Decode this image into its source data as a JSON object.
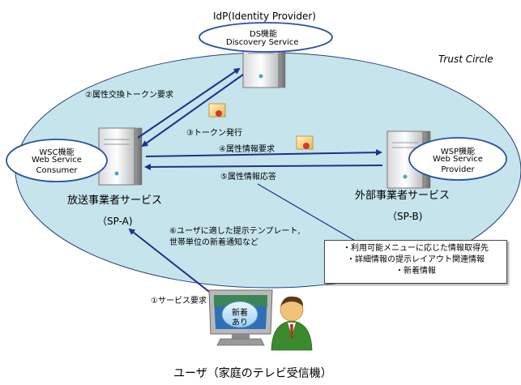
{
  "idp": {
    "title": "IdP(Identity Provider)",
    "ds_line1": "DS機能",
    "ds_line2": "Discovery Service"
  },
  "trust_circle": "Trust Circle",
  "wsc": {
    "line1": "WSC機能",
    "line2": "Web Service",
    "line3": "Consumer"
  },
  "wsp": {
    "line1": "WSP機能",
    "line2": "Web Service",
    "line3": "Provider"
  },
  "broadcaster": {
    "name": "放送事業者サービス",
    "code": "（SP-A)"
  },
  "external": {
    "name": "外部事業者サービス",
    "code": "（SP-B)"
  },
  "steps": {
    "s1": "①サービス要求",
    "s2": "②属性交換トークン要求",
    "s3": "③トークン発行",
    "s4": "④属性情報要求",
    "s5": "⑤属性情報応答",
    "s6_line1": "⑥ユーザに適した提示テンプレート,",
    "s6_line2": "世帯単位の新着通知など"
  },
  "callout": {
    "line1": "・利用可能メニューに応じた情報取得先",
    "line2": "・詳細情報の提示レイアウト関連情報",
    "line3": "・新着情報"
  },
  "tv_badge": {
    "line1": "新着",
    "line2": "あり"
  },
  "user_label": "ユーザ（家庭のテレビ受信機）",
  "colors": {
    "trust_circle_fill": "#c5e4ec",
    "ellipse_border": "#2a4fa6",
    "arrow": "#1f2f8c"
  }
}
